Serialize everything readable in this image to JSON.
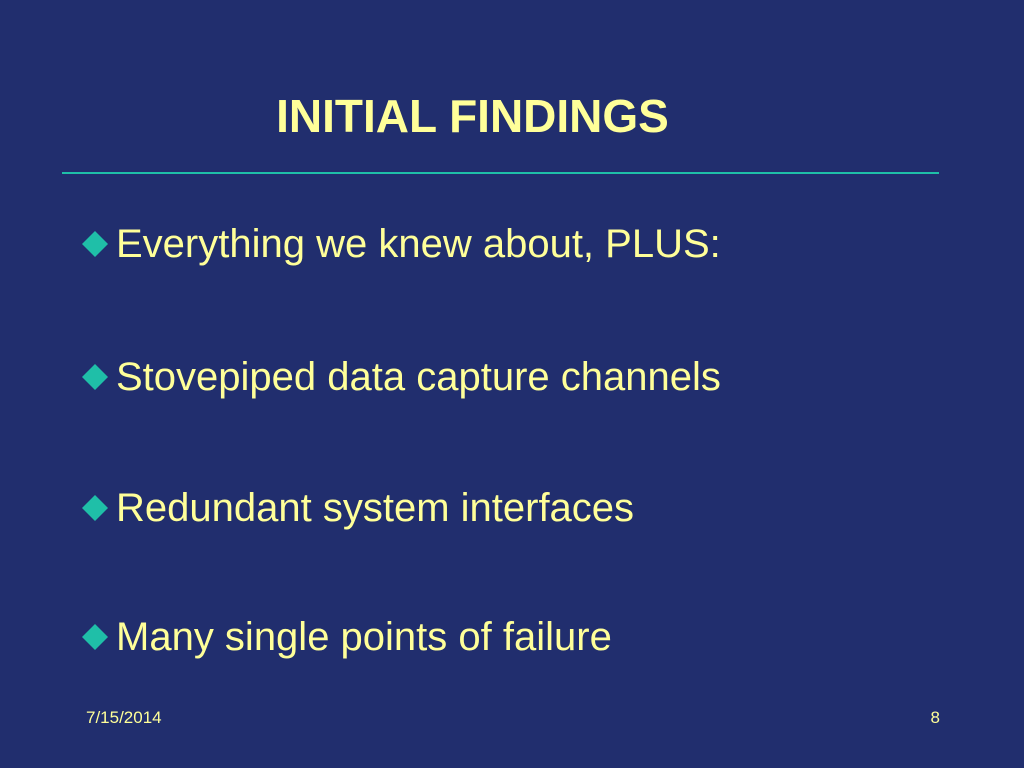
{
  "slide": {
    "title": "INITIAL FINDINGS",
    "bullets": [
      "Everything we knew about, PLUS:",
      "Stovepiped data capture channels",
      "Redundant system interfaces",
      "Many single points of failure"
    ],
    "bullet_icon": "diamond-bullet-icon",
    "footer": {
      "date": "7/15/2014",
      "page_number": "8"
    }
  },
  "colors": {
    "background": "#212e6e",
    "text": "#ffff99",
    "accent": "#1fbfa8"
  }
}
